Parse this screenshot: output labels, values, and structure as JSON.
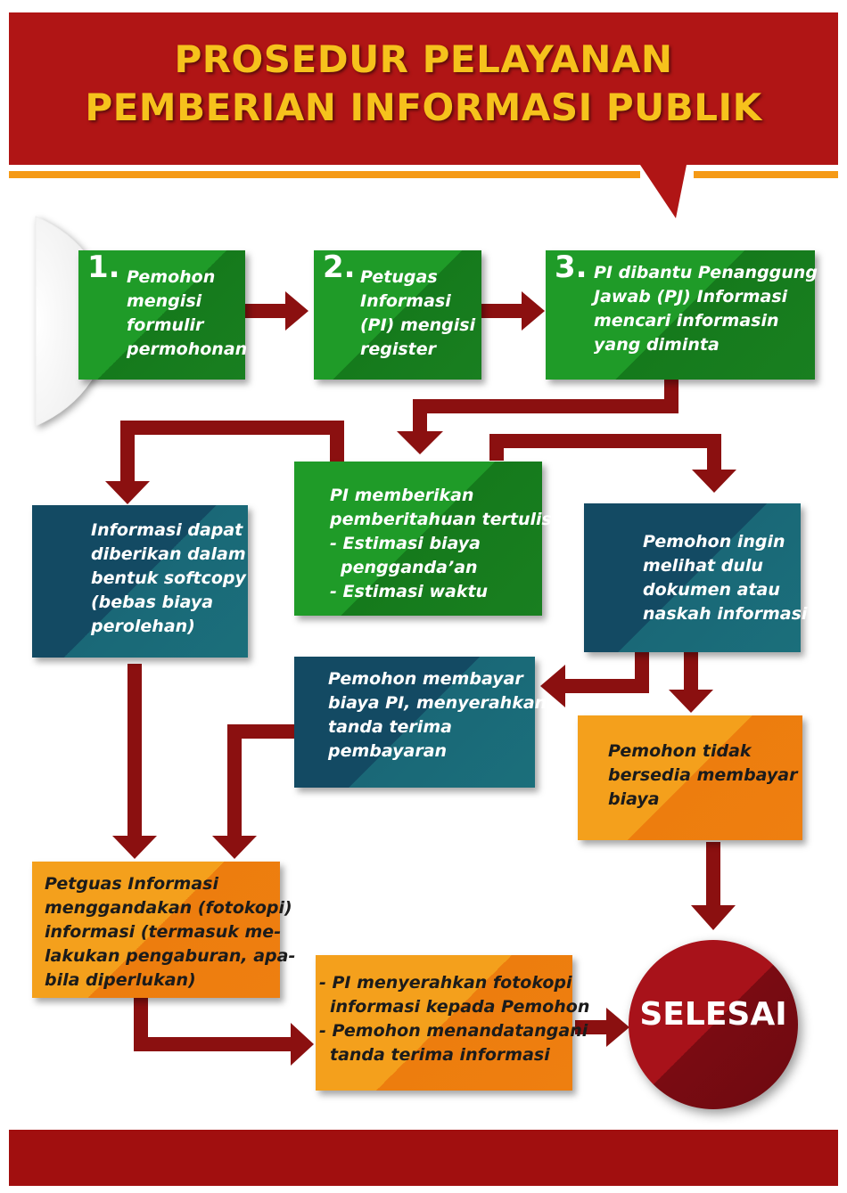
{
  "title": {
    "line1": "PROSEDUR PELAYANAN",
    "line2": "PEMBERIAN INFORMASI PUBLIK"
  },
  "steps": {
    "s1": {
      "number": "1.",
      "lines": [
        "Pemohon",
        "mengisi",
        "formulir",
        "permohonan"
      ]
    },
    "s2": {
      "number": "2.",
      "lines": [
        "Petugas",
        "Informasi",
        "(PI) mengisi",
        "register"
      ]
    },
    "s3": {
      "number": "3.",
      "lines": [
        "PI dibantu Penanggung",
        "Jawab (PJ) Informasi",
        "mencari informasin",
        "yang diminta"
      ]
    }
  },
  "boxes": {
    "softcopy": {
      "lines": [
        "Informasi dapat",
        "diberikan dalam",
        "bentuk softcopy",
        "(bebas biaya",
        "perolehan)"
      ]
    },
    "notice": {
      "lines": [
        "PI memberikan",
        "pemberitahuan tertulis",
        "- Estimasi biaya",
        "pengganda’an",
        "- Estimasi waktu"
      ]
    },
    "view_doc": {
      "lines": [
        "Pemohon ingin",
        "melihat dulu",
        "dokumen atau",
        "naskah informasi"
      ]
    },
    "pay": {
      "lines": [
        "Pemohon membayar",
        "biaya PI, menyerahkan",
        "tanda terima",
        "pembayaran"
      ]
    },
    "no_pay": {
      "lines": [
        "Pemohon tidak",
        "bersedia membayar",
        "biaya"
      ]
    },
    "copy": {
      "lines": [
        "Petguas Informasi",
        "menggandakan (fotokopi)",
        "informasi (termasuk me-",
        "lakukan pengaburan, apa-",
        "bila diperlukan)"
      ]
    },
    "handover": {
      "lines": [
        "- PI menyerahkan fotokopi",
        "informasi kepada Pemohon",
        "- Pemohon menandatangani",
        "tanda terima informasi"
      ]
    }
  },
  "end": {
    "label": "SELESAI"
  },
  "colors": {
    "maroon": "#a10f0f",
    "arrow": "#8b1010",
    "title_yellow": "#f6c21c",
    "green": "#1f9b28",
    "teal": "#134a63",
    "orange": "#f08a12",
    "end_circle": "#8e0f17"
  }
}
